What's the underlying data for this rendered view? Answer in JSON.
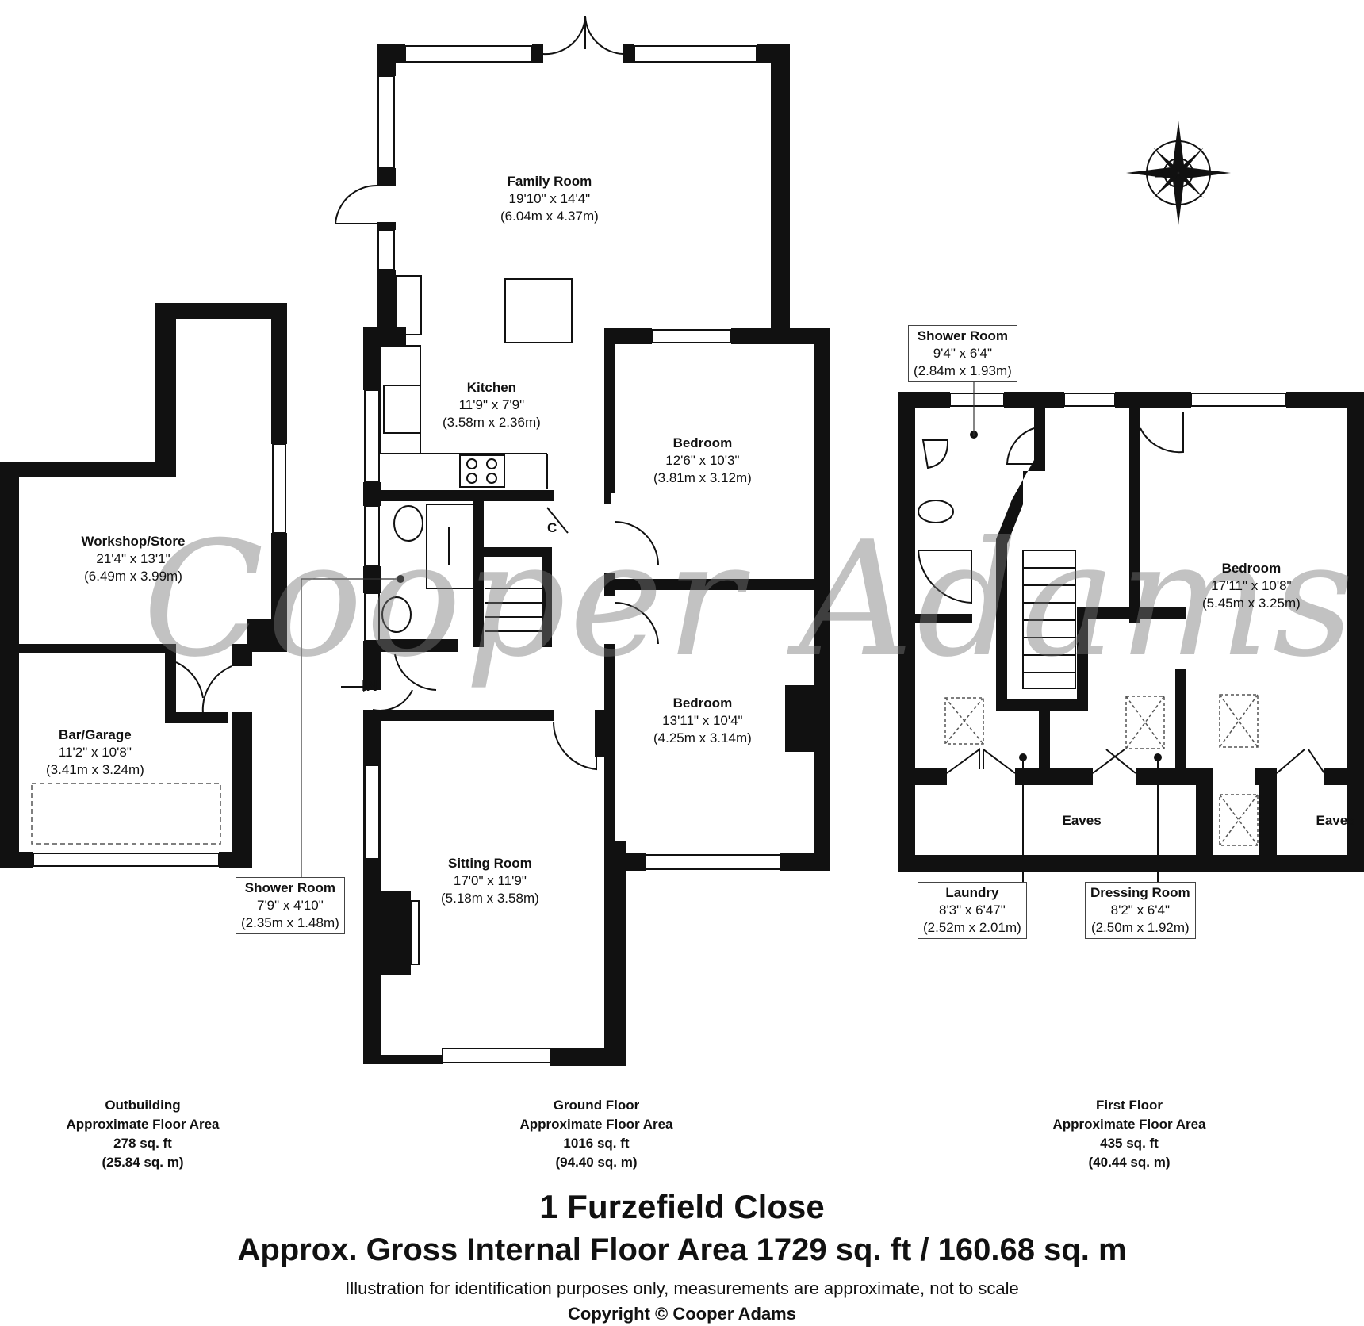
{
  "rooms": {
    "family_room": {
      "name": "Family Room",
      "imperial": "19'10\" x 14'4\"",
      "metric": "(6.04m x 4.37m)"
    },
    "kitchen": {
      "name": "Kitchen",
      "imperial": "11'9\" x 7'9\"",
      "metric": "(3.58m x 2.36m)"
    },
    "bedroom_1": {
      "name": "Bedroom",
      "imperial": "12'6\" x 10'3\"",
      "metric": "(3.81m x 3.12m)"
    },
    "bedroom_2": {
      "name": "Bedroom",
      "imperial": "13'11\" x 10'4\"",
      "metric": "(4.25m x 3.14m)"
    },
    "sitting_room": {
      "name": "Sitting Room",
      "imperial": "17'0\" x 11'9\"",
      "metric": "(5.18m x 3.58m)"
    },
    "workshop": {
      "name": "Workshop/Store",
      "imperial": "21'4\" x 13'1\"",
      "metric": "(6.49m x 3.99m)"
    },
    "bar_garage": {
      "name": "Bar/Garage",
      "imperial": "11'2\" x 10'8\"",
      "metric": "(3.41m x 3.24m)"
    },
    "shower_room_ground": {
      "name": "Shower Room",
      "imperial": "7'9\" x 4'10\"",
      "metric": "(2.35m x 1.48m)"
    },
    "shower_room_first": {
      "name": "Shower Room",
      "imperial": "9'4\" x 6'4\"",
      "metric": "(2.84m x 1.93m)"
    },
    "bedroom_first": {
      "name": "Bedroom",
      "imperial": "17'11\" x 10'8\"",
      "metric": "(5.45m x 3.25m)"
    },
    "laundry": {
      "name": "Laundry",
      "imperial": "8'3\" x 6'47\"",
      "metric": "(2.52m x 2.01m)"
    },
    "dressing_room": {
      "name": "Dressing Room",
      "imperial": "8'2\" x 6'4\"",
      "metric": "(2.50m x 1.92m)"
    },
    "eaves_1": "Eaves",
    "eaves_2": "Eaves",
    "cupboard": "C",
    "entrance": "IN",
    "north": "N"
  },
  "areas": {
    "outbuilding": {
      "line1": "Outbuilding",
      "line2": "Approximate Floor Area",
      "line3": "278 sq. ft",
      "line4": "(25.84 sq. m)"
    },
    "ground_floor": {
      "line1": "Ground Floor",
      "line2": "Approximate Floor Area",
      "line3": "1016 sq. ft",
      "line4": "(94.40 sq. m)"
    },
    "first_floor": {
      "line1": "First Floor",
      "line2": "Approximate Floor Area",
      "line3": "435 sq. ft",
      "line4": "(40.44 sq. m)"
    }
  },
  "footer": {
    "address": "1 Furzefield Close",
    "gross_area": "Approx. Gross Internal Floor Area 1729 sq. ft / 160.68 sq. m",
    "disclaimer": "Illustration for identification purposes only, measurements are approximate, not to scale",
    "copyright": "Copyright © Cooper Adams"
  },
  "watermark": "Cooper Adams"
}
